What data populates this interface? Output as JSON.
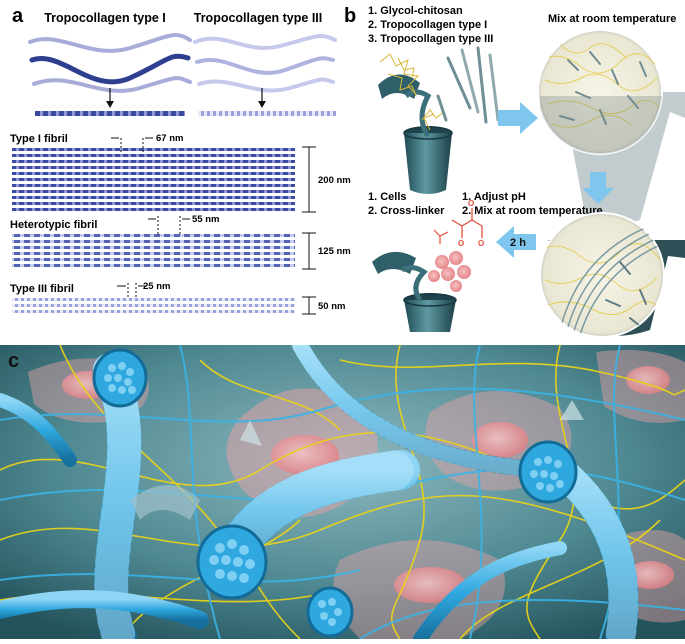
{
  "panel_a": {
    "letter": "a",
    "headers": [
      "Tropocollagen type I",
      "Tropocollagen type III"
    ],
    "fibrils": [
      {
        "label": "Type I fibril",
        "period": "67 nm",
        "diameter": "200 nm"
      },
      {
        "label": "Heterotypic fibril",
        "period": "55 nm",
        "diameter": "125 nm"
      },
      {
        "label": "Type III fibril",
        "period": "25 nm",
        "diameter": "50 nm"
      }
    ]
  },
  "panel_b": {
    "letter": "b",
    "step1_items": [
      "1.  Glycol-chitosan",
      "2.  Tropocollagen type I",
      "3.  Tropocollagen type III"
    ],
    "step1_action": "Mix at room temperature",
    "step2_items": [
      "1.  Adjust pH",
      "2.  Mix at room temperature"
    ],
    "step3_items": [
      "1.  Cells",
      "2.  Cross-linker"
    ],
    "time_label": "2 h"
  },
  "panel_c": {
    "letter": "c"
  },
  "colors": {
    "collagen_dark": "#2e3f8f",
    "collagen_light": "#b9bde6",
    "fiber_blue": "#2ea8df",
    "chitosan_yellow": "#e8d21a",
    "cell_pink": "#f2a1a3",
    "tube_teal": "#3b6f79",
    "arrow_blue": "#7fc6ee",
    "crosslinker_red": "#e2503c"
  }
}
